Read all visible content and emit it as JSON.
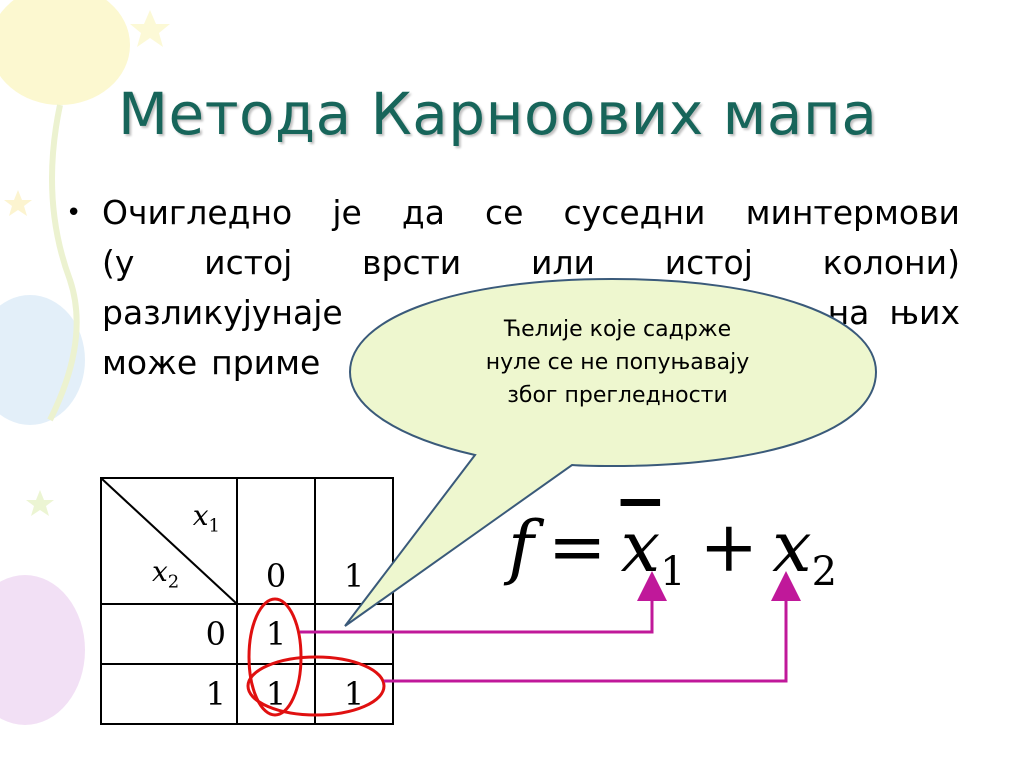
{
  "slide": {
    "title": "Метода Карноових мапа",
    "bullet": {
      "lines": [
        [
          "Очигледно",
          "је",
          "да",
          "се",
          "суседни",
          "минтермови"
        ],
        [
          "(у",
          "истој",
          "врсти",
          "или",
          "истој",
          "колони)"
        ],
        [
          "разликују",
          "на",
          "је",
          "на",
          "њих"
        ],
        [
          "може",
          "приме"
        ]
      ]
    },
    "callout": {
      "lines": [
        "Ћелије које садрже",
        "нуле се не попуњавају",
        "због прегледности"
      ],
      "fill": "#eef7cf",
      "border": "#3a5a7a"
    },
    "kmap": {
      "col_var": "x",
      "col_var_sub": "1",
      "row_var": "x",
      "row_var_sub": "2",
      "col_labels": [
        "0",
        "1"
      ],
      "row_labels": [
        "0",
        "1"
      ],
      "cells": [
        [
          "1",
          ""
        ],
        [
          "1",
          "1"
        ]
      ]
    },
    "formula": {
      "f": "f",
      "eq": "=",
      "t1_var": "x",
      "t1_sub": "1",
      "plus": "+",
      "t2_var": "x",
      "t2_sub": "2"
    },
    "colors": {
      "title": "#17655a",
      "circle": "#e01010",
      "arrow": "#c0189a"
    }
  }
}
